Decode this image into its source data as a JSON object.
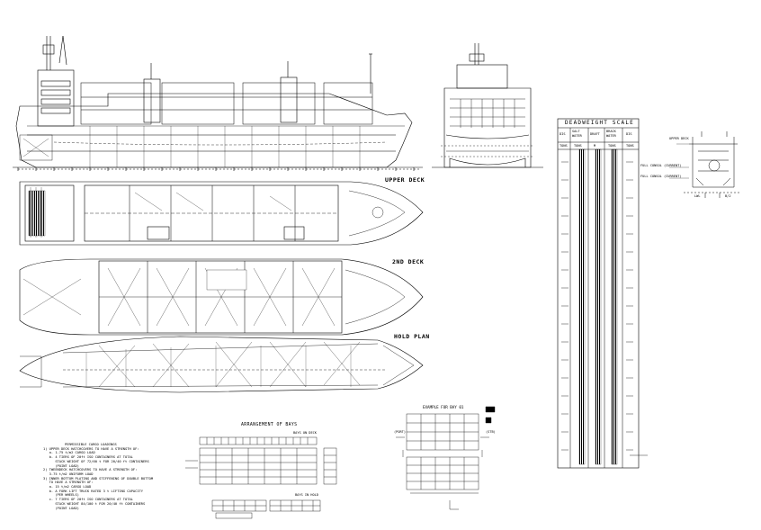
{
  "title": "",
  "views": {
    "upper_deck": "UPPER DECK",
    "second_deck": "2ND DECK",
    "hold_plan": "HOLD PLAN"
  },
  "arrangement": {
    "title": "ARRANGEMENT OF BAYS",
    "on_deck": "BAYS ON DECK",
    "in_hold": "BAYS IN HOLD"
  },
  "example": {
    "title": "EXAMPLE FOR BAY 01",
    "port": "(PORT)",
    "stbd": "(STB)"
  },
  "notes": {
    "title": "PERMISSIBLE CARGO LOADINGS",
    "lines": [
      "1) UPPER DECK HATCHCOVERS TO HAVE A STRENGTH OF:",
      "   a. 1.75 t/m2 CARGO LOAD",
      "   b. 4 TIERS OF 20ft ISO CONTAINERS AT TOTAL",
      "      STACK WEIGHT OF 72/60 t FOR 20/40 ft CONTAINERS",
      "      (POINT LOAD)",
      "",
      "2) TWEENDECK HATCHCOVERS TO HAVE A STRENGTH OF:",
      "   3.75 t/m2 UNIFORM LOAD",
      "",
      "3) INNER BOTTOM PLATING AND STIFFENING OF DOUBLE BOTTOM",
      "   TO HAVE A STRENGTH OF:",
      "   a. 15 t/m2 CARGO LOAD",
      "   b. A FORK LIFT TRUCK RATED 3 t LIFTING CAPACITY",
      "      (PER WHEELS)",
      "   c. 7 TIERS OF 20ft ISO CONTAINERS AT TOTAL",
      "      STACK WEIGHT 84/100 t FOR 20/40 ft CONTAINERS",
      "      (POINT LOAD)"
    ]
  },
  "deadweight_scale": {
    "title": "DEADWEIGHT SCALE",
    "columns": [
      "DIS",
      "SALT WATER",
      "DRAFT",
      "BRACK WATER",
      "DIS"
    ],
    "units": [
      "TONS",
      "TONS",
      "M",
      "TONS",
      "TONS"
    ]
  },
  "section": {
    "labels": [
      "UPPER DECK",
      "FULL CONSOL (CURRENT)",
      "FULL CONSOL (CURRENT)",
      "LWL",
      "B/2"
    ]
  },
  "colors": {
    "ink": "#000000",
    "paper": "#ffffff"
  }
}
